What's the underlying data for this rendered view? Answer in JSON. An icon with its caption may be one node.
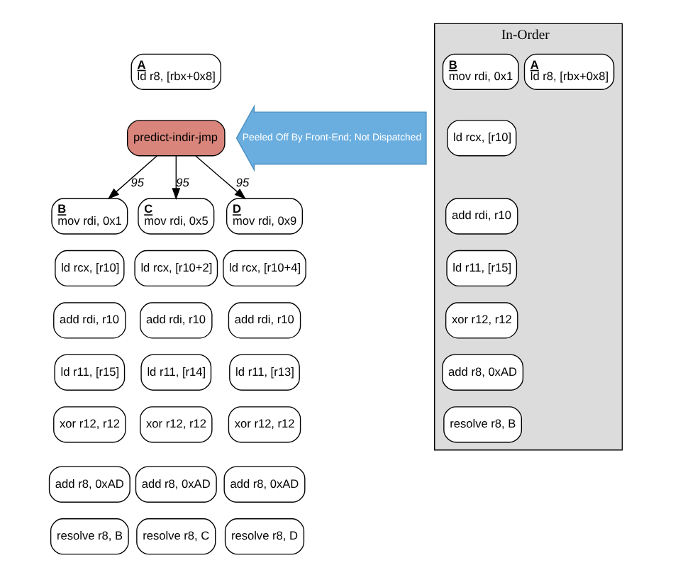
{
  "diagram": {
    "nodes": [
      {
        "text": [
          "A",
          "ld r8, [rbx+0x8]"
        ]
      },
      {
        "text": [
          "predict-indir-jmp"
        ]
      },
      {
        "text": [
          "Peeled Off By Front-End; Not Dispatched"
        ]
      },
      {
        "text": [
          "B",
          "mov rdi, 0x1"
        ]
      },
      {
        "text": [
          "ld rcx, [r10]"
        ]
      },
      {
        "text": [
          "add rdi, r10"
        ]
      },
      {
        "text": [
          "ld r11, [r15]"
        ]
      },
      {
        "text": [
          "xor r12, r12"
        ]
      },
      {
        "text": [
          "add r8, 0xAD"
        ]
      },
      {
        "text": [
          "resolve r8, B"
        ]
      },
      {
        "text": [
          "C",
          "mov rdi, 0x5"
        ]
      },
      {
        "text": [
          "ld rcx, [r10+2]"
        ]
      },
      {
        "text": [
          "add rdi, r10"
        ]
      },
      {
        "text": [
          "ld r11, [r14]"
        ]
      },
      {
        "text": [
          "xor r12, r12"
        ]
      },
      {
        "text": [
          "add r8, 0xAD"
        ]
      },
      {
        "text": [
          "resolve r8, C"
        ]
      },
      {
        "text": [
          "D",
          "mov rdi, 0x9"
        ]
      },
      {
        "text": [
          "ld rcx, [r10+4]"
        ]
      },
      {
        "text": [
          "add rdi, r10"
        ]
      },
      {
        "text": [
          "ld r11, [r13]"
        ]
      },
      {
        "text": [
          "xor r12, r12"
        ]
      },
      {
        "text": [
          "add r8, 0xAD"
        ]
      },
      {
        "text": [
          "resolve r8, D"
        ]
      },
      {
        "text": [
          "In-Order"
        ]
      },
      {
        "text": [
          "A",
          "ld r8, [rbx+0x8]"
        ],
        "in": 24
      },
      {
        "text": [
          "B",
          "mov rdi, 0x1"
        ],
        "in": 24
      },
      {
        "text": [
          "ld rcx, [r10]"
        ],
        "in": 24
      },
      {
        "text": [
          "add rdi, r10"
        ],
        "in": 24
      },
      {
        "text": [
          "ld r11, [r15]"
        ],
        "in": 24
      },
      {
        "text": [
          "xor r12, r12"
        ],
        "in": 24
      },
      {
        "text": [
          "add r8, 0xAD"
        ],
        "in": 24
      },
      {
        "text": [
          "resolve r8, B"
        ],
        "in": 24
      }
    ],
    "edges": [
      {
        "from": 1,
        "to": 3,
        "arrow": "to",
        "label": "95"
      },
      {
        "from": 1,
        "to": 10,
        "arrow": "to",
        "label": "95"
      },
      {
        "from": 1,
        "to": 17,
        "arrow": "to",
        "label": "95"
      }
    ]
  }
}
